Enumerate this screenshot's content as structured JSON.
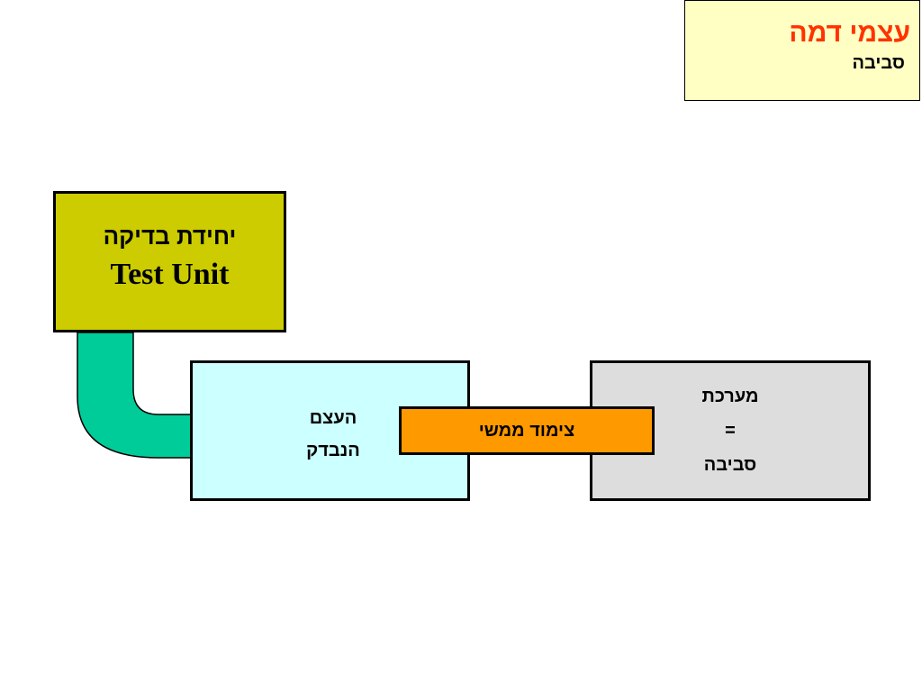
{
  "title": {
    "main": "עצמי דמה",
    "sub": "סביבה"
  },
  "test_unit": {
    "hebrew": "יחידת בדיקה",
    "english": "Test Unit"
  },
  "object_under_test": {
    "line1": "העצם",
    "line2": "הנבדק"
  },
  "stub": {
    "label": "צימוד ממשי"
  },
  "system": {
    "line1": "מערכת",
    "line2": "=",
    "line3": "סביבה"
  },
  "colors": {
    "title_background": "#ffffc4",
    "title_text": "#ff3300",
    "test_unit_fill": "#cccc00",
    "object_fill": "#ccffff",
    "system_fill": "#dddddd",
    "stub_fill": "#ff9900",
    "arrow_fill": "#00cc99"
  }
}
